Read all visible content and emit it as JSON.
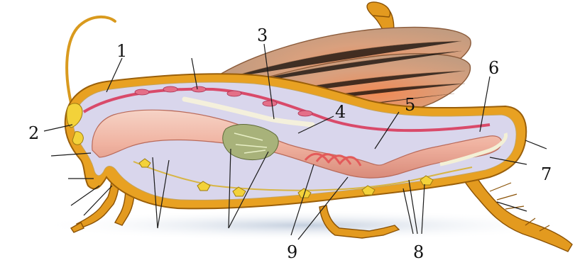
{
  "labels": [
    {
      "id": "1",
      "text": "1"
    },
    {
      "id": "2",
      "text": "2"
    },
    {
      "id": "3",
      "text": "3"
    },
    {
      "id": "4",
      "text": "4"
    },
    {
      "id": "5",
      "text": "5"
    },
    {
      "id": "6",
      "text": "6"
    },
    {
      "id": "7",
      "text": "7"
    },
    {
      "id": "8",
      "text": "8"
    },
    {
      "id": "9",
      "text": "9"
    }
  ],
  "colors": {
    "cuticle": "#e8a122",
    "cavity": "#d9d6ec",
    "gut": "#f2b9a9",
    "heart": "#d94a6a",
    "nerve_ganglion": "#f3d23a",
    "wing": "#d79b7a",
    "leg": "#e39a1f"
  }
}
